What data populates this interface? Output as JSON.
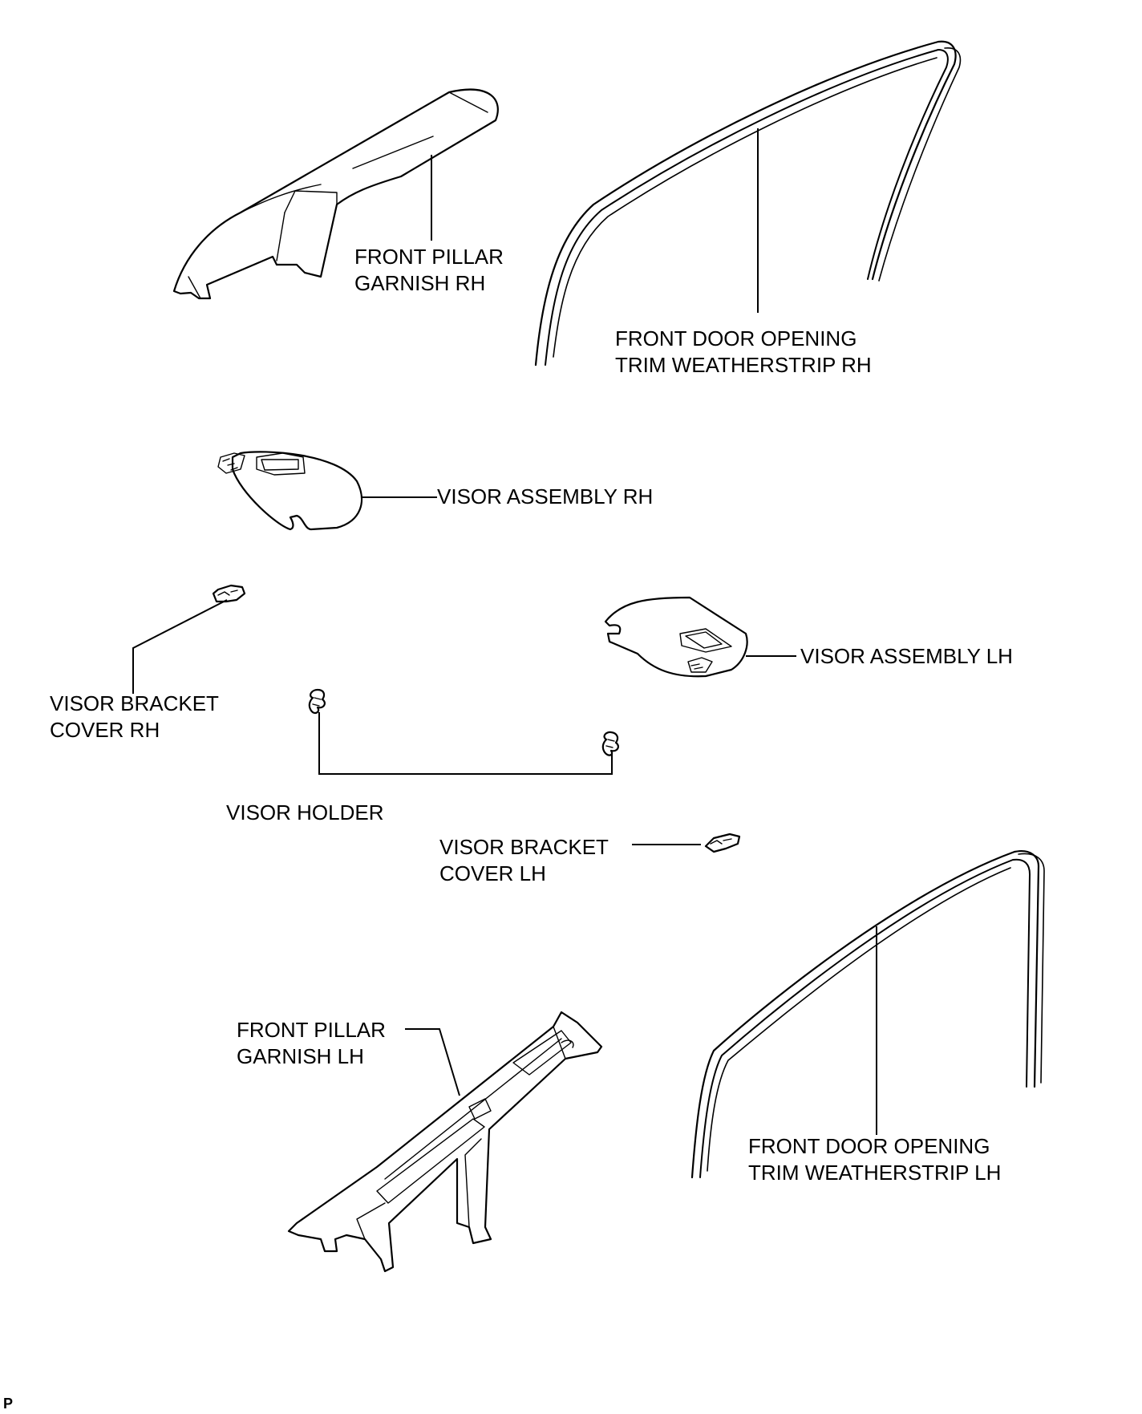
{
  "labels": {
    "front_pillar_garnish_rh": [
      "FRONT PILLAR",
      "GARNISH RH"
    ],
    "front_door_opening_trim_weatherstrip_rh": [
      "FRONT DOOR OPENING",
      "TRIM WEATHERSTRIP RH"
    ],
    "visor_assembly_rh": [
      "VISOR ASSEMBLY RH"
    ],
    "visor_bracket_cover_rh": [
      "VISOR BRACKET",
      "COVER RH"
    ],
    "visor_assembly_lh": [
      "VISOR ASSEMBLY LH"
    ],
    "visor_holder": [
      "VISOR HOLDER"
    ],
    "visor_bracket_cover_lh": [
      "VISOR BRACKET",
      "COVER LH"
    ],
    "front_pillar_garnish_lh": [
      "FRONT PILLAR",
      "GARNISH LH"
    ],
    "front_door_opening_trim_weatherstrip_lh": [
      "FRONT DOOR OPENING",
      "TRIM WEATHERSTRIP LH"
    ]
  },
  "figure_code": "P",
  "colors": {
    "line": "#000000",
    "background": "#ffffff"
  }
}
